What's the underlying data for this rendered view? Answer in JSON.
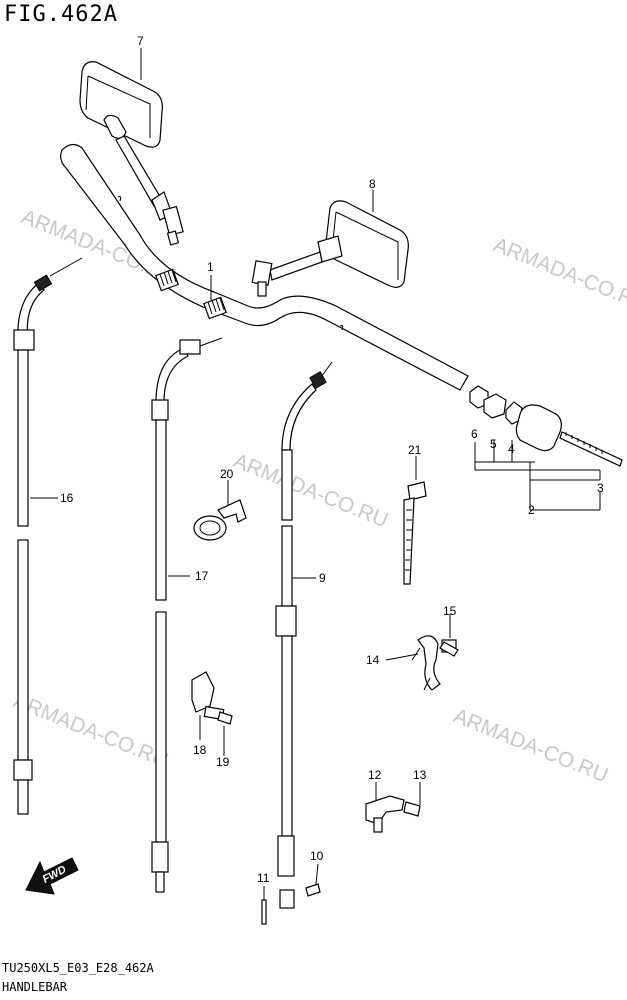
{
  "figure": {
    "title": "FIG.462A",
    "code": "TU250XL5_E03_E28_462A",
    "name": "HANDLEBAR"
  },
  "watermark": "ARMADA-CO.RU",
  "fwd_label": "FWD",
  "callouts": [
    "1",
    "2",
    "3",
    "4",
    "5",
    "6",
    "7",
    "8",
    "9",
    "10",
    "11",
    "12",
    "13",
    "14",
    "15",
    "16",
    "17",
    "18",
    "19",
    "20",
    "21"
  ]
}
